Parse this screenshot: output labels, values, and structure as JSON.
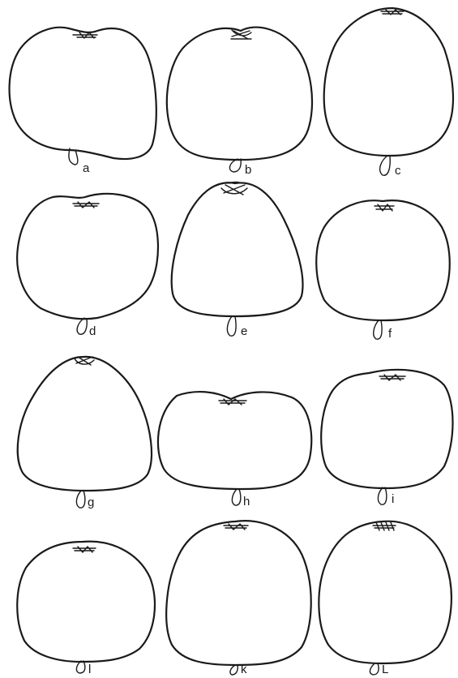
{
  "figure": {
    "shapes": [
      {
        "label": "a"
      },
      {
        "label": "b"
      },
      {
        "label": "c"
      },
      {
        "label": "d"
      },
      {
        "label": "e"
      },
      {
        "label": "f"
      },
      {
        "label": "g"
      },
      {
        "label": "h"
      },
      {
        "label": "i"
      },
      {
        "label": "l"
      },
      {
        "label": "k"
      },
      {
        "label": "L"
      }
    ]
  }
}
